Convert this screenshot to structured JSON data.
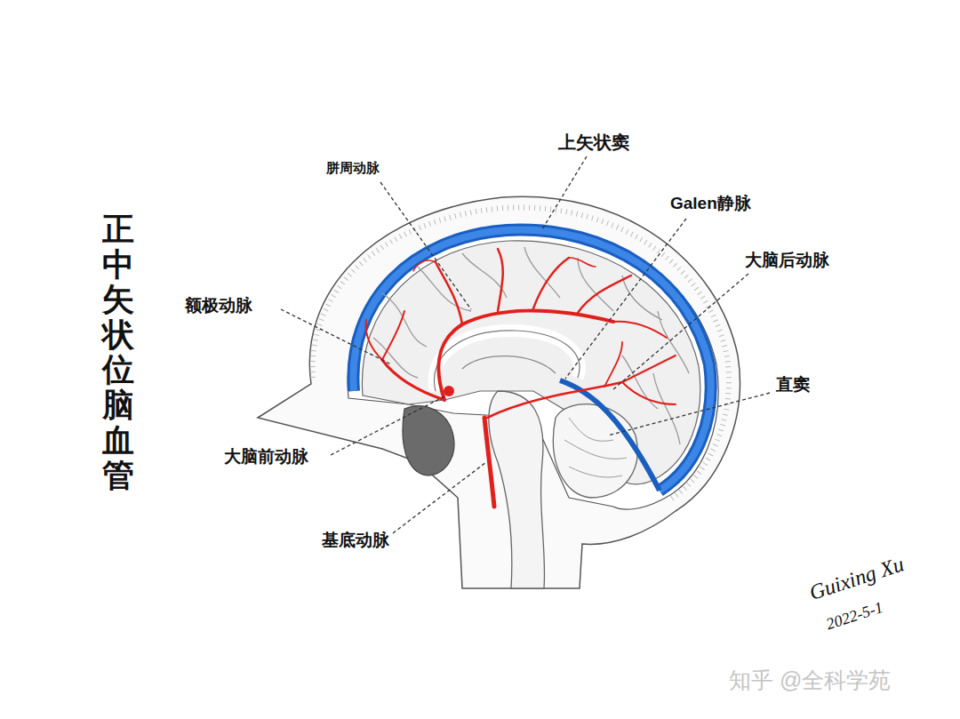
{
  "diagram": {
    "title": "正中矢状位脑血管",
    "labels": [
      "胼周动脉",
      "上矢状窦",
      "Galen静脉",
      "大脑后动脉",
      "额极动脉",
      "直窦",
      "大脑前动脉",
      "基底动脉",
      "Guixing Xu",
      "2022-5-1",
      "知乎 @全科学苑"
    ]
  }
}
